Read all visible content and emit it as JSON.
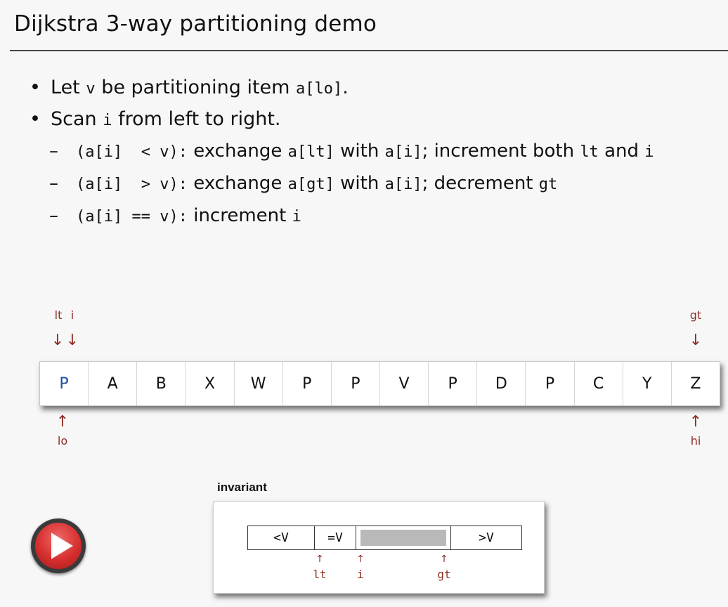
{
  "title": "Dijkstra 3-way partitioning demo",
  "bullets": {
    "b1": {
      "pre": "Let ",
      "v": "v",
      "mid": " be partitioning item ",
      "code": "a[lo]",
      "post": "."
    },
    "b2": {
      "pre": "Scan ",
      "i": "i",
      "post": " from left to right."
    },
    "sub1": {
      "cond": "(a[i]  < v):",
      "t1": " exchange ",
      "c1": "a[lt]",
      "t2": " with ",
      "c2": "a[i]",
      "t3": "; increment both ",
      "c3": "lt",
      "t4": " and ",
      "c4": "i"
    },
    "sub2": {
      "cond": "(a[i]  > v):",
      "t1": " exchange ",
      "c1": "a[gt]",
      "t2": " with ",
      "c2": "a[i]",
      "t3": "; decrement ",
      "c3": "gt"
    },
    "sub3": {
      "cond": "(a[i] == v):",
      "t1": " increment ",
      "c1": "i"
    },
    "dot": "•",
    "dash": "–"
  },
  "pointers": {
    "lt": "lt",
    "i": "i",
    "gt": "gt",
    "lo": "lo",
    "hi": "hi",
    "down_arrow": "↓",
    "up_arrow": "↑"
  },
  "array": [
    "P",
    "A",
    "B",
    "X",
    "W",
    "P",
    "P",
    "V",
    "P",
    "D",
    "P",
    "C",
    "Y",
    "Z"
  ],
  "invariant": {
    "label": "invariant",
    "segments": [
      "<V",
      "=V",
      "",
      ">V"
    ],
    "lt": "lt",
    "i": "i",
    "gt": "gt",
    "arrow": "↑"
  },
  "colors": {
    "pointer_red": "#8e2b21",
    "active_blue": "#1e4ea3",
    "play_red": "#d62f2e"
  },
  "icons": {
    "play": "play-icon"
  }
}
